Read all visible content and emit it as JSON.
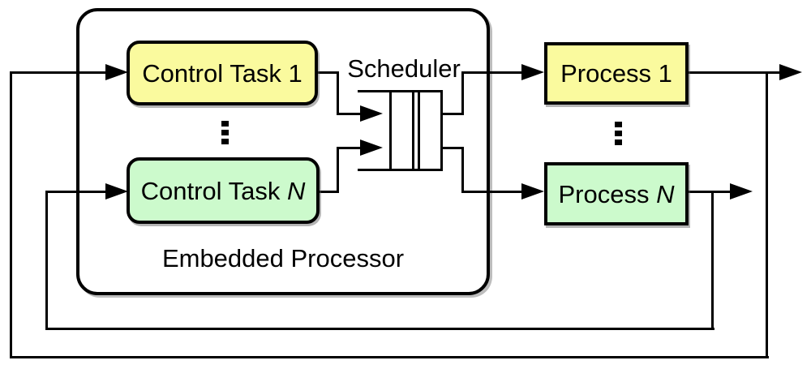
{
  "nodes": {
    "embedded_processor": {
      "label": "Embedded Processor"
    },
    "scheduler": {
      "label": "Scheduler"
    },
    "control_task_1": {
      "label": "Control Task 1"
    },
    "control_task_n": {
      "label": "Control Task ",
      "var": "N"
    },
    "process_1": {
      "label": "Process 1"
    },
    "process_n": {
      "label": "Process ",
      "var": "N"
    }
  },
  "ellipsis_symbol": "⋮",
  "colors": {
    "row1_fill": "#FAFA9E",
    "rowN_fill": "#CCFACC",
    "line": "#000000",
    "background": "#FFFFFF"
  }
}
